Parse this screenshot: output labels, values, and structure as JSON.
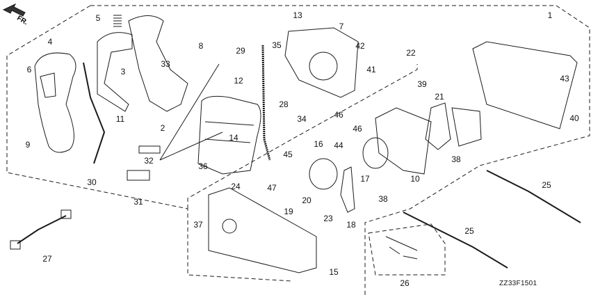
{
  "diagram": {
    "direction_label": "FR.",
    "drawing_code": "ZZ33F1501",
    "callouts": [
      "1",
      "5",
      "13",
      "7",
      "4",
      "8",
      "29",
      "35",
      "42",
      "22",
      "6",
      "3",
      "33",
      "41",
      "43",
      "12",
      "39",
      "21",
      "2",
      "11",
      "28",
      "34",
      "46",
      "46",
      "40",
      "14",
      "9",
      "32",
      "36",
      "16",
      "44",
      "45",
      "17",
      "10",
      "38",
      "30",
      "47",
      "20",
      "19",
      "18",
      "23",
      "38",
      "24",
      "25",
      "31",
      "37",
      "25",
      "27",
      "15",
      "26"
    ],
    "colors": {
      "line": "#1a1a1a",
      "background": "#ffffff"
    }
  }
}
